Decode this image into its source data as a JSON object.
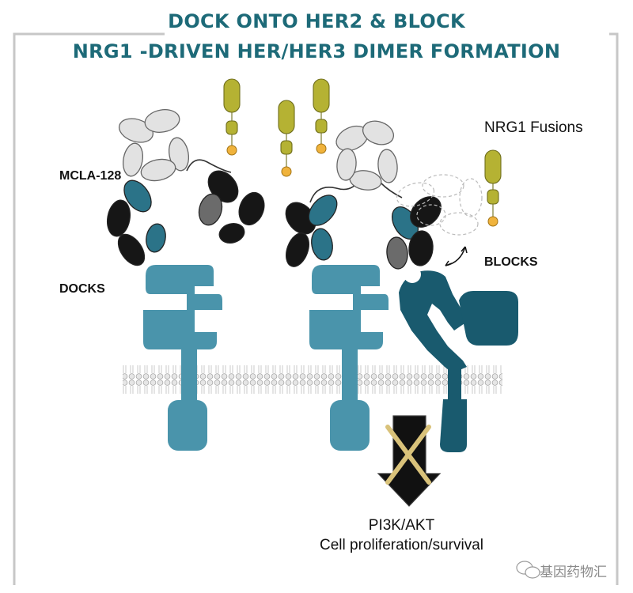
{
  "title": {
    "line1": "DOCK ONTO HER2 & BLOCK",
    "line2": "NRG1 -DRIVEN HER/HER3 DIMER FORMATION"
  },
  "labels": {
    "antibody": "MCLA-128",
    "docks": "DOCKS",
    "blocks": "BLOCKS",
    "fusions": "NRG1 Fusions",
    "pathway": "PI3K/AKT",
    "outcome": "Cell proliferation/survival"
  },
  "watermark": "基因药物汇",
  "colors": {
    "title": "#1d6a78",
    "her2": "#4a94ab",
    "her3": "#195a6e",
    "nrg1_body": "#b5b233",
    "nrg1_tip": "#f0b33c",
    "cross": "#d9c27a",
    "fab_light": "#e2e2e2",
    "fab_dark": "#161616",
    "fab_mid": "#6b6b6b"
  }
}
